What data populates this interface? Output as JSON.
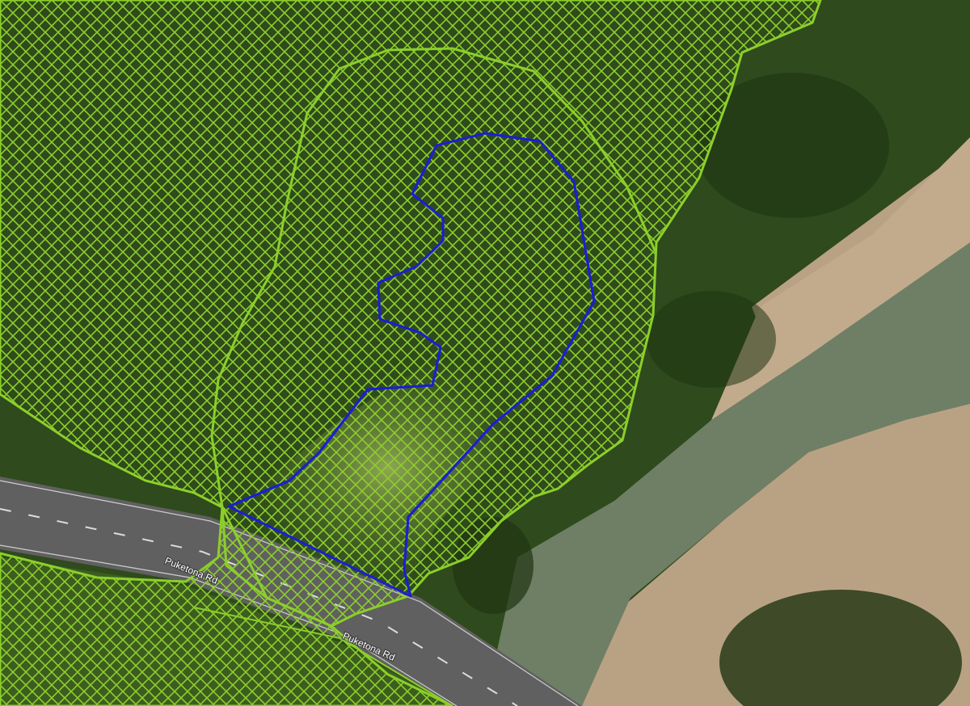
{
  "map": {
    "road_labels": [
      "Puketona Rd",
      "Puketona Rd"
    ],
    "colors": {
      "forest": "#2f4a1c",
      "forest_dark": "#1f3512",
      "clearing": "#6d8a3a",
      "water": "#6e7f66",
      "sand": "#b9a283",
      "road": "#606060",
      "hatch_zone": "#8ccf2a",
      "site_boundary": "#1b1fcf"
    },
    "layers": [
      "aerial-imagery",
      "hatched-zone-overlay",
      "site-boundary"
    ]
  }
}
